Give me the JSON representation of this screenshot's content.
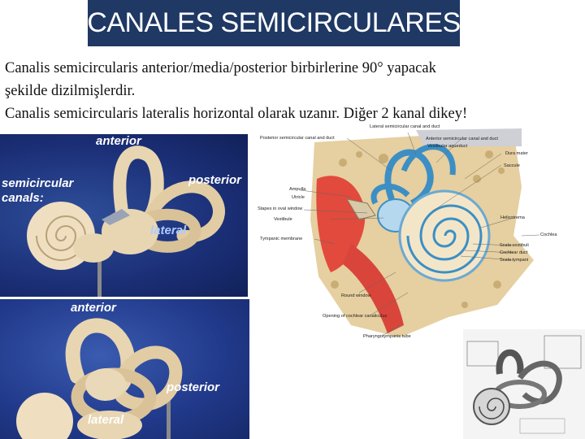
{
  "slide": {
    "title": "CANALES SEMICIRCULARES",
    "lines": [
      "Canalis semicircularis anterior/media/posterior birbirlerine 90° yapacak",
      "şekilde dizilmişlerdir.",
      "Canalis semicircularis lateralis horizontal olarak uzanır.  Diğer 2 kanal dikey!"
    ]
  },
  "photo_top": {
    "labels": {
      "anterior": "anterior",
      "semicircular": "semicircular",
      "canals": "canals:",
      "posterior": "posterior",
      "lateral": "lateral"
    }
  },
  "photo_bottom": {
    "labels": {
      "anterior": "anterior",
      "posterior": "posterior",
      "lateral": "lateral"
    }
  },
  "illustration": {
    "labels": {
      "lateral_canal": "Lateral semicircular canal and duct",
      "posterior_canal": "Posterior semicircular canal and duct",
      "anterior_canal": "Anterior semicircular canal and duct",
      "vestibular_aqueduct": "Vestibular aqueduct",
      "dura_mater": "Dura mater",
      "saccule": "Saccule",
      "ampulla": "Ampulla",
      "utricle": "Utricle",
      "stapes": "Stapes in oval window",
      "vestibule": "Vestibule",
      "helicotrema": "Helicotrema",
      "cochlea": "Cochlea",
      "tympanic_membrane": "Tympanic membrane",
      "scala_vestibuli": "Scala vestibuli",
      "cochlear_duct": "Cochlear duct",
      "scala_tympani": "Scala tympani",
      "round_window": "Round window",
      "cochlear_canaliculus": "Opening of cochlear canaliculus",
      "pharyngotympanic_tube": "Pharyngotympanic tube"
    }
  },
  "colors": {
    "title_bg": "#1f3864",
    "title_text": "#ffffff",
    "photo_bg": "#1b2f77",
    "model_color": "#e8d6b2",
    "membranous": "#3c8fc4",
    "bone": "#e6cfa0",
    "soft_tissue": "#e14a3c"
  }
}
